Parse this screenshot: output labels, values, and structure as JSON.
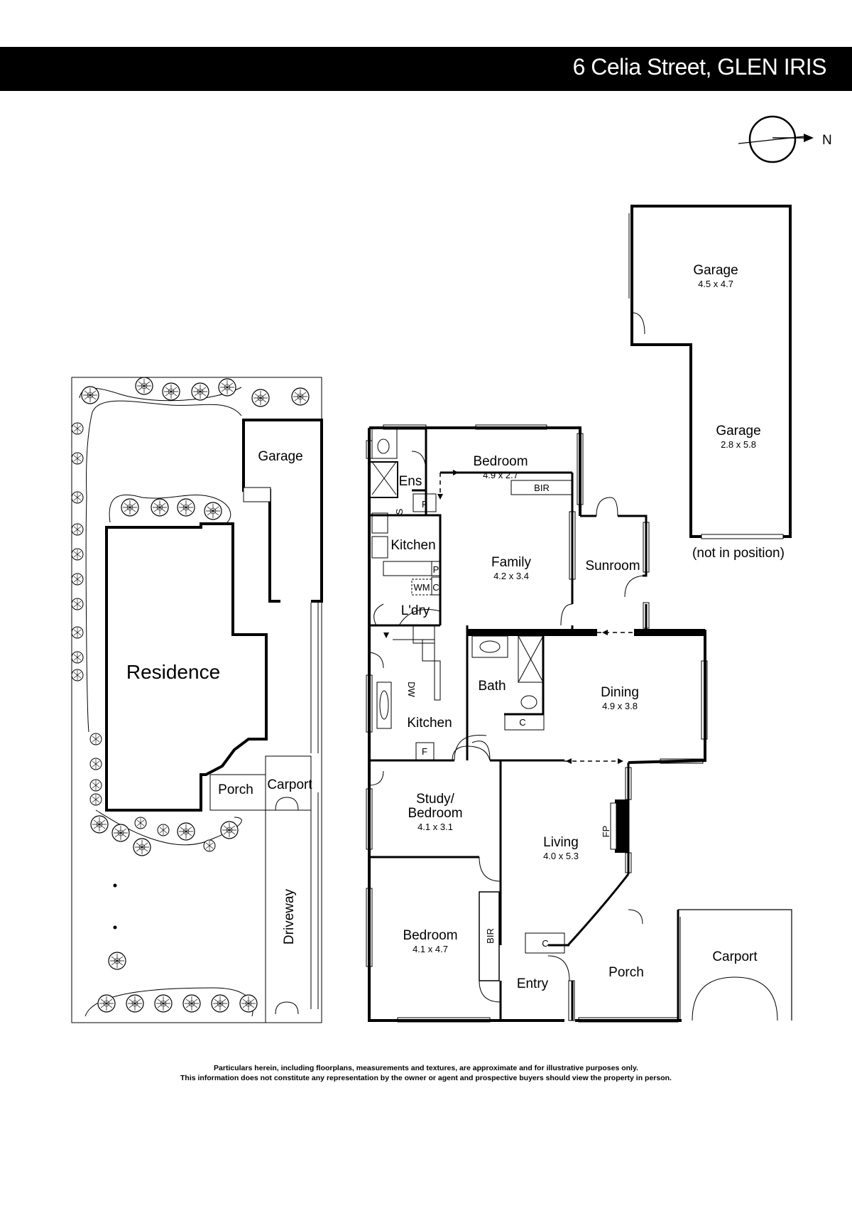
{
  "header": {
    "title": "6 Celia Street, GLEN IRIS"
  },
  "compass": {
    "label": "N"
  },
  "site_plan": {
    "garage": "Garage",
    "residence": "Residence",
    "porch": "Porch",
    "carport": "Carport",
    "driveway": "Driveway"
  },
  "rooms": {
    "bedroom1": {
      "name": "Bedroom",
      "dims": "4.9 x 2.7"
    },
    "ens": {
      "name": "Ens"
    },
    "bir1": {
      "name": "BIR"
    },
    "kitchen1": {
      "name": "Kitchen"
    },
    "family": {
      "name": "Family",
      "dims": "4.2 x 3.4"
    },
    "sunroom": {
      "name": "Sunroom"
    },
    "laundry": {
      "name": "L'dry"
    },
    "kitchen2": {
      "name": "Kitchen"
    },
    "bath": {
      "name": "Bath"
    },
    "dining": {
      "name": "Dining",
      "dims": "4.9 x 3.8"
    },
    "study": {
      "name1": "Study/",
      "name2": "Bedroom",
      "dims": "4.1 x 3.1"
    },
    "living": {
      "name": "Living",
      "dims": "4.0 x 5.3"
    },
    "bedroom2": {
      "name": "Bedroom",
      "dims": "4.1 x 4.7"
    },
    "bir2": {
      "name": "BIR"
    },
    "entry": {
      "name": "Entry"
    },
    "porch": {
      "name": "Porch"
    },
    "carport": {
      "name": "Carport"
    },
    "garage_a": {
      "name": "Garage",
      "dims": "4.5 x 4.7"
    },
    "garage_b": {
      "name": "Garage",
      "dims": "2.8 x 5.8"
    },
    "garage_note": "(not in position)"
  },
  "fixtures": {
    "s": "S",
    "f1": "F",
    "p": "P",
    "wm": "WM",
    "c1": "C",
    "dw": "DW",
    "f2": "F",
    "c2": "C",
    "fp": "FP",
    "c3": "C"
  },
  "footer": {
    "line1": "Particulars herein, including floorplans, measurements and textures, are approximate and for illustrative purposes only.",
    "line2": "This information does not constitute any representation by the owner or agent and prospective buyers should view the property in person."
  }
}
